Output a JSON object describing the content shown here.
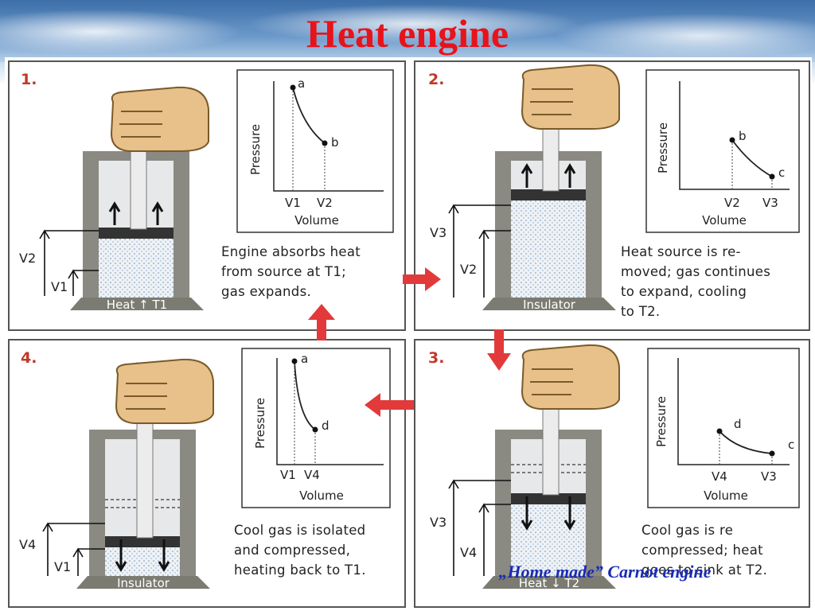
{
  "slide": {
    "title": "Heat engine"
  },
  "footnote": "„Home made” Carnot engine",
  "colors": {
    "title": "#e8121a",
    "arrow": "#e23a3a",
    "step_number": "#c0392b",
    "footnote": "#1a2bb5"
  },
  "panels": [
    {
      "step": "1.",
      "base_label": "Heat ↑ T1",
      "volume_labels": [
        "V2",
        "V1"
      ],
      "piston_motion": "up",
      "graph": {
        "ylabel": "Pressure",
        "xlabel": "Volume",
        "x_ticks": [
          "V1",
          "V2"
        ],
        "points": [
          "a",
          "b"
        ]
      },
      "caption": "Engine absorbs heat\nfrom source at T1;\ngas expands."
    },
    {
      "step": "2.",
      "base_label": "Insulator",
      "volume_labels": [
        "V3",
        "V2"
      ],
      "piston_motion": "up",
      "graph": {
        "ylabel": "Pressure",
        "xlabel": "Volume",
        "x_ticks": [
          "V2",
          "V3"
        ],
        "points": [
          "b",
          "c"
        ]
      },
      "caption": "Heat source is re-\nmoved; gas continues\nto expand, cooling\nto T2."
    },
    {
      "step": "3.",
      "base_label": "Heat ↓ T2",
      "volume_labels": [
        "V3",
        "V4"
      ],
      "piston_motion": "down",
      "graph": {
        "ylabel": "Pressure",
        "xlabel": "Volume",
        "x_ticks": [
          "V4",
          "V3"
        ],
        "points": [
          "d",
          "c"
        ]
      },
      "caption": "Cool gas is re\ncompressed; heat\ngoes to sink at T2."
    },
    {
      "step": "4.",
      "base_label": "Insulator",
      "volume_labels": [
        "V4",
        "V1"
      ],
      "piston_motion": "down",
      "graph": {
        "ylabel": "Pressure",
        "xlabel": "Volume",
        "x_ticks": [
          "V1",
          "V4"
        ],
        "points": [
          "a",
          "d"
        ]
      },
      "caption": "Cool gas is isolated\nand compressed,\nheating back to T1."
    }
  ],
  "flow_arrows": [
    {
      "from": "1.",
      "to": "2.",
      "icon": "arrow-right-icon"
    },
    {
      "from": "2.",
      "to": "3.",
      "icon": "arrow-down-icon"
    },
    {
      "from": "3.",
      "to": "4.",
      "icon": "arrow-left-icon"
    },
    {
      "from": "4.",
      "to": "1.",
      "icon": "arrow-up-icon"
    }
  ]
}
